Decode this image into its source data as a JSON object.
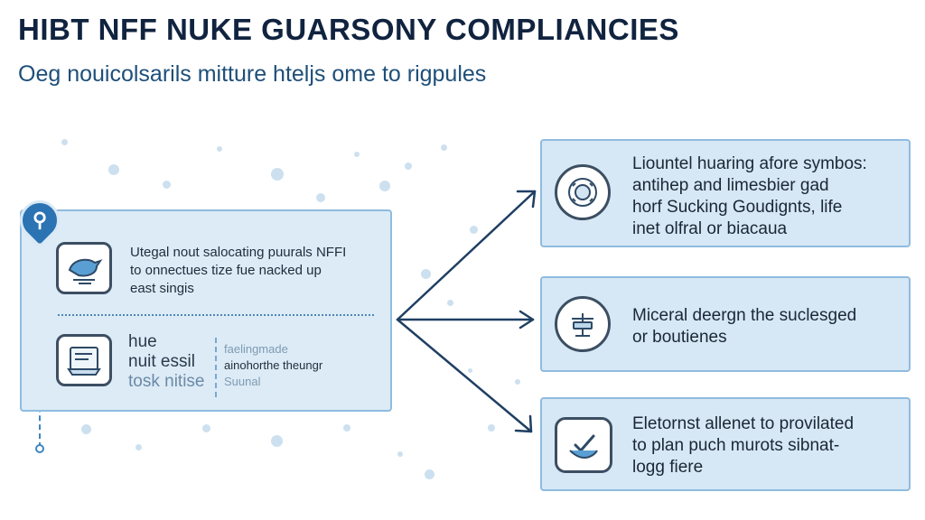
{
  "header": {
    "title": "HIBT NFF NUKE GUARSONY COMPLIANCIES",
    "subtitle": "Oeg nouicolsarils mitture hteljs ome to rigpules"
  },
  "left_panel": {
    "item1_lines": [
      "Utegal nout salocating puurals NFFI",
      "to onnectues tize fue nacked up",
      "east singis"
    ],
    "item2_lines": [
      "hue",
      "nuit essil",
      "tosk nitise"
    ],
    "subbox_lines": [
      "faelingmade",
      "ainohorthe theungr",
      "Suunal"
    ]
  },
  "right_panels": [
    {
      "lines": [
        "Liountel huaring afore symbos:",
        "antihep and limesbier gad",
        "horf Sucking Goudignts, life",
        "inet olfral or biacaua"
      ]
    },
    {
      "lines": [
        "Miceral deergn the suclesged",
        "or boutienes"
      ]
    },
    {
      "lines": [
        "Eletornst allenet to provilated",
        "to plan puch murots sibnat-",
        "logg fiere"
      ]
    }
  ],
  "colors": {
    "title": "#10233f",
    "accent": "#2b73b3",
    "panel_fill": "#d6e8f5",
    "panel_border": "#8fbbe0",
    "arrow": "#1f3f63"
  },
  "icons": {
    "pin": "location-pin-icon",
    "left_item1": "bird-card-icon",
    "left_item2": "document-tablet-icon",
    "right1": "emblem-seal-icon",
    "right2": "balance-scale-icon",
    "right3": "hand-checkmark-icon"
  }
}
